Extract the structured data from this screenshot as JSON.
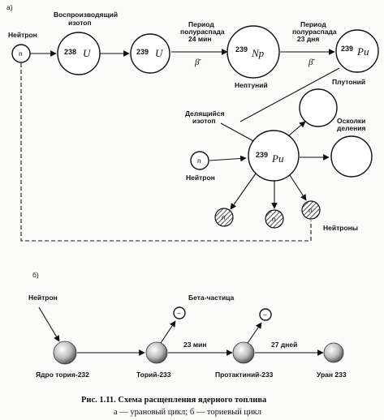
{
  "part_a": {
    "label": "а)",
    "neutron_in": "Нейтрон",
    "fertile": "Воспроизводящий изотоп",
    "n": "n",
    "u_mass": "238",
    "u_sym": "U",
    "u239_mass": "239",
    "u239_sym": "U",
    "half1_l1": "Период",
    "half1_l2": "полураспада",
    "half1_l3": "24 мин",
    "beta1": "β̄",
    "np_mass": "239",
    "np_sym": "Np",
    "np_name": "Нептуний",
    "half2_l1": "Период",
    "half2_l2": "полураспада",
    "half2_l3": "23 дня",
    "beta2": "β̄",
    "pu_mass": "239",
    "pu_sym": "Pu",
    "pu_name": "Плутоний",
    "fissile_l1": "Делящийся",
    "fissile_l2": "изотоп",
    "fragments_l1": "Осколки",
    "fragments_l2": "деления",
    "neutron2": "Нейтрон",
    "neutrons_out": "Нейтроны"
  },
  "part_b": {
    "label": "б)",
    "neutron": "Нейтрон",
    "beta_particle": "Бета-частица",
    "thorium": "Ядро тория-232",
    "th233": "Торий-233",
    "pa233": "Протактиний-233",
    "u233": "Уран 233",
    "t1": "23 мин",
    "t2": "27 дней"
  },
  "caption": {
    "line1": "Рис. 1.11. Схема расщепления ядерного топлива",
    "line2": "а — урановый цикл; б — ториевый цикл"
  }
}
